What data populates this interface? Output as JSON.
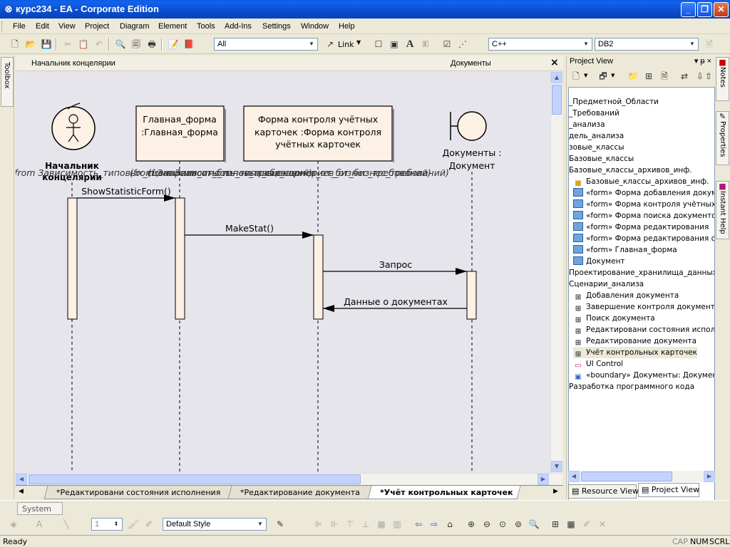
{
  "window": {
    "title": "курс234 - EA - Corporate Edition"
  },
  "menu": {
    "items": [
      "File",
      "Edit",
      "View",
      "Project",
      "Diagram",
      "Element",
      "Tools",
      "Add-Ins",
      "Settings",
      "Window",
      "Help"
    ]
  },
  "toolbar": {
    "filter_value": "All",
    "link_label": "Link",
    "language_value": "C++",
    "database_value": "DB2"
  },
  "toolbox": {
    "label": "Toolbox"
  },
  "diagram": {
    "header_left": "Начальник концелярии",
    "header_right": "Документы",
    "close_glyph": "×",
    "actor": {
      "name_line1": "Начальник",
      "name_line2": "концелярии"
    },
    "lifeline_main_form": {
      "line1": "Главная_форма",
      "line2": ":Главная_форма"
    },
    "lifeline_control_form": {
      "line1": "Форма контроля учётных",
      "line2": "карточек :Форма контроля",
      "line3": "учётных карточек"
    },
    "lifeline_documents": {
      "line1": "Документы :",
      "line2": "Документ"
    },
    "annotation_1": "from Зависимость_типовых_сценариев_от_бизнес_требований)",
    "annotation_2": "(from Зависимость_типовых_сценариев_от_бизнес_требований)",
    "annotation_3": "(from Зависимость_типовых_сценариев_от_бизнес_требований)",
    "messages": {
      "m1": "ShowStatisticForm()",
      "m2": "MakeStat()",
      "m3": "Запрос",
      "m4": "Данные о документах"
    }
  },
  "diagram_tabs": [
    "*Редактировани состояния исполнения",
    "*Редактирование документа",
    "*Учёт контрольных карточек"
  ],
  "project_view": {
    "title": "Project View",
    "pin_glyph": "▾ ᵽ ×",
    "tree": [
      {
        "label": "_Предметной_Области",
        "icon": "none"
      },
      {
        "label": "_Требований",
        "icon": "none"
      },
      {
        "label": "_анализа",
        "icon": "none"
      },
      {
        "label": "дель_анализа",
        "icon": "none"
      },
      {
        "label": "зовые_классы",
        "icon": "none"
      },
      {
        "label": "Базовые_классы",
        "icon": "none"
      },
      {
        "label": "Базовые_классы_архивов_инф.",
        "icon": "none"
      },
      {
        "label": "Базовые_классы_архивов_инф.",
        "icon": "folder"
      },
      {
        "label": "«form» Форма добавления документа",
        "icon": "class"
      },
      {
        "label": "«form» Форма контроля учётных карточек",
        "icon": "class"
      },
      {
        "label": "«form» Форма поиска документов",
        "icon": "class"
      },
      {
        "label": "«form» Форма редактирования",
        "icon": "class"
      },
      {
        "label": "«form» Форма редактирования состояния",
        "icon": "class"
      },
      {
        "label": "«form» Главная_форма",
        "icon": "class"
      },
      {
        "label": "Документ",
        "icon": "class"
      },
      {
        "label": "Проектирование_хранилища_данных",
        "icon": "none"
      },
      {
        "label": "Сценарии_анализа",
        "icon": "none"
      },
      {
        "label": "Добавления документа",
        "icon": "seq"
      },
      {
        "label": "Завершение контроля документа",
        "icon": "seq"
      },
      {
        "label": "Поиск документа",
        "icon": "seq"
      },
      {
        "label": "Редактировани состояния исполнения",
        "icon": "seq"
      },
      {
        "label": "Редактирование документа",
        "icon": "seq"
      },
      {
        "label": "Учёт контрольных карточек",
        "icon": "seq"
      },
      {
        "label": "UI Control",
        "icon": "ui"
      },
      {
        "label": "«boundary» Документы: Документ",
        "icon": "boundary"
      },
      {
        "label": "Разработка программного кода",
        "icon": "none"
      }
    ],
    "tabs": [
      "Resource View",
      "Project View"
    ]
  },
  "right_tabs": [
    "Notes",
    "Properties",
    "Instant Help"
  ],
  "system_tab": "System",
  "bottom_toolbar": {
    "zoom_value": "1",
    "style_value": "Default Style"
  },
  "status": {
    "left": "Ready",
    "cap": "CAP",
    "num": "NUM",
    "scrl": "SCRL"
  }
}
